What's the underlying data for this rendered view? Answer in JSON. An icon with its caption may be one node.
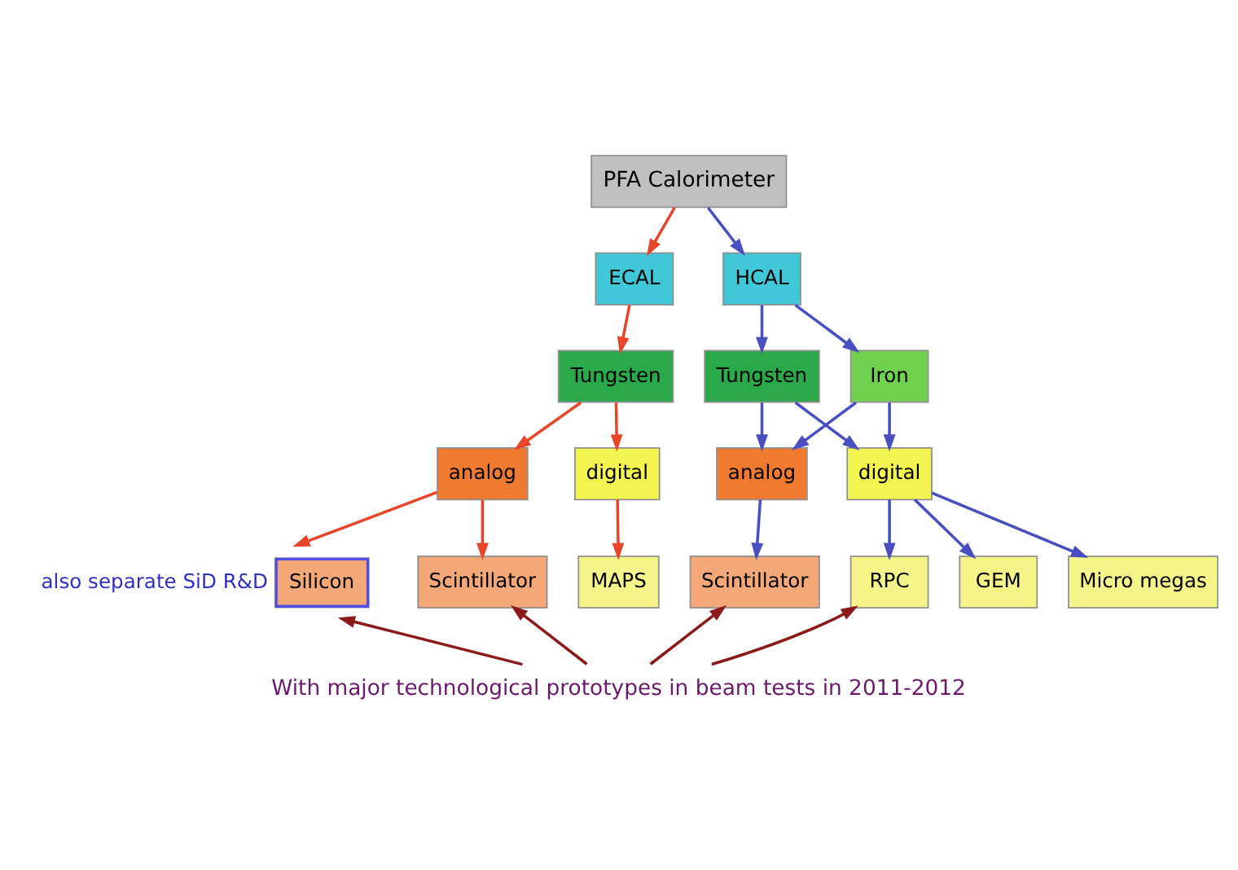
{
  "diagram": {
    "nodes": [
      {
        "text": [
          "PFA Calorimeter"
        ]
      },
      {
        "text": [
          "ECAL"
        ]
      },
      {
        "text": [
          "HCAL"
        ]
      },
      {
        "text": [
          "Tungsten"
        ]
      },
      {
        "text": [
          "Tungsten"
        ]
      },
      {
        "text": [
          "Iron"
        ]
      },
      {
        "text": [
          "analog"
        ]
      },
      {
        "text": [
          "digital"
        ]
      },
      {
        "text": [
          "analog"
        ]
      },
      {
        "text": [
          "digital"
        ]
      },
      {
        "text": [
          "Silicon"
        ],
        "beside": [
          "also separate SiD R&D"
        ]
      },
      {
        "text": [
          "Scintillator"
        ]
      },
      {
        "text": [
          "MAPS"
        ]
      },
      {
        "text": [
          "Scintillator"
        ]
      },
      {
        "text": [
          "RPC"
        ]
      },
      {
        "text": [
          "GEM"
        ]
      },
      {
        "text": [
          "Micro megas"
        ]
      },
      {
        "text": [
          "With major technological prototypes in beam tests in 2011-2012"
        ]
      }
    ],
    "edges": [
      {
        "from": 0,
        "to": 1,
        "arrow": "to",
        "color": "#e8462a"
      },
      {
        "from": 0,
        "to": 2,
        "arrow": "to"
      },
      {
        "from": 1,
        "to": 3,
        "arrow": "to",
        "color": "#e8462a"
      },
      {
        "from": 2,
        "to": 4,
        "arrow": "to"
      },
      {
        "from": 2,
        "to": 5,
        "arrow": "to"
      },
      {
        "from": 3,
        "to": 6,
        "arrow": "to",
        "color": "#e8462a"
      },
      {
        "from": 3,
        "to": 7,
        "arrow": "to",
        "color": "#e8462a"
      },
      {
        "from": 4,
        "to": 8,
        "arrow": "to"
      },
      {
        "from": 4,
        "to": 9,
        "arrow": "to"
      },
      {
        "from": 5,
        "to": 8,
        "arrow": "to"
      },
      {
        "from": 5,
        "to": 9,
        "arrow": "to"
      },
      {
        "from": 6,
        "to": 10,
        "arrow": "to",
        "color": "#e8462a"
      },
      {
        "from": 6,
        "to": 11,
        "arrow": "to",
        "color": "#e8462a"
      },
      {
        "from": 7,
        "to": 12,
        "arrow": "to",
        "color": "#e8462a"
      },
      {
        "from": 8,
        "to": 13,
        "arrow": "to"
      },
      {
        "from": 9,
        "to": 14,
        "arrow": "to"
      },
      {
        "from": 9,
        "to": 15,
        "arrow": "to"
      },
      {
        "from": 9,
        "to": 16,
        "arrow": "to"
      },
      {
        "from": 17,
        "to": 10,
        "arrow": "to",
        "color": "#8b1a1a"
      },
      {
        "from": 17,
        "to": 11,
        "arrow": "to",
        "color": "#8b1a1a"
      },
      {
        "from": 17,
        "to": 13,
        "arrow": "to",
        "color": "#8b1a1a"
      },
      {
        "from": 17,
        "to": 14,
        "arrow": "to",
        "color": "#8b1a1a"
      }
    ]
  }
}
